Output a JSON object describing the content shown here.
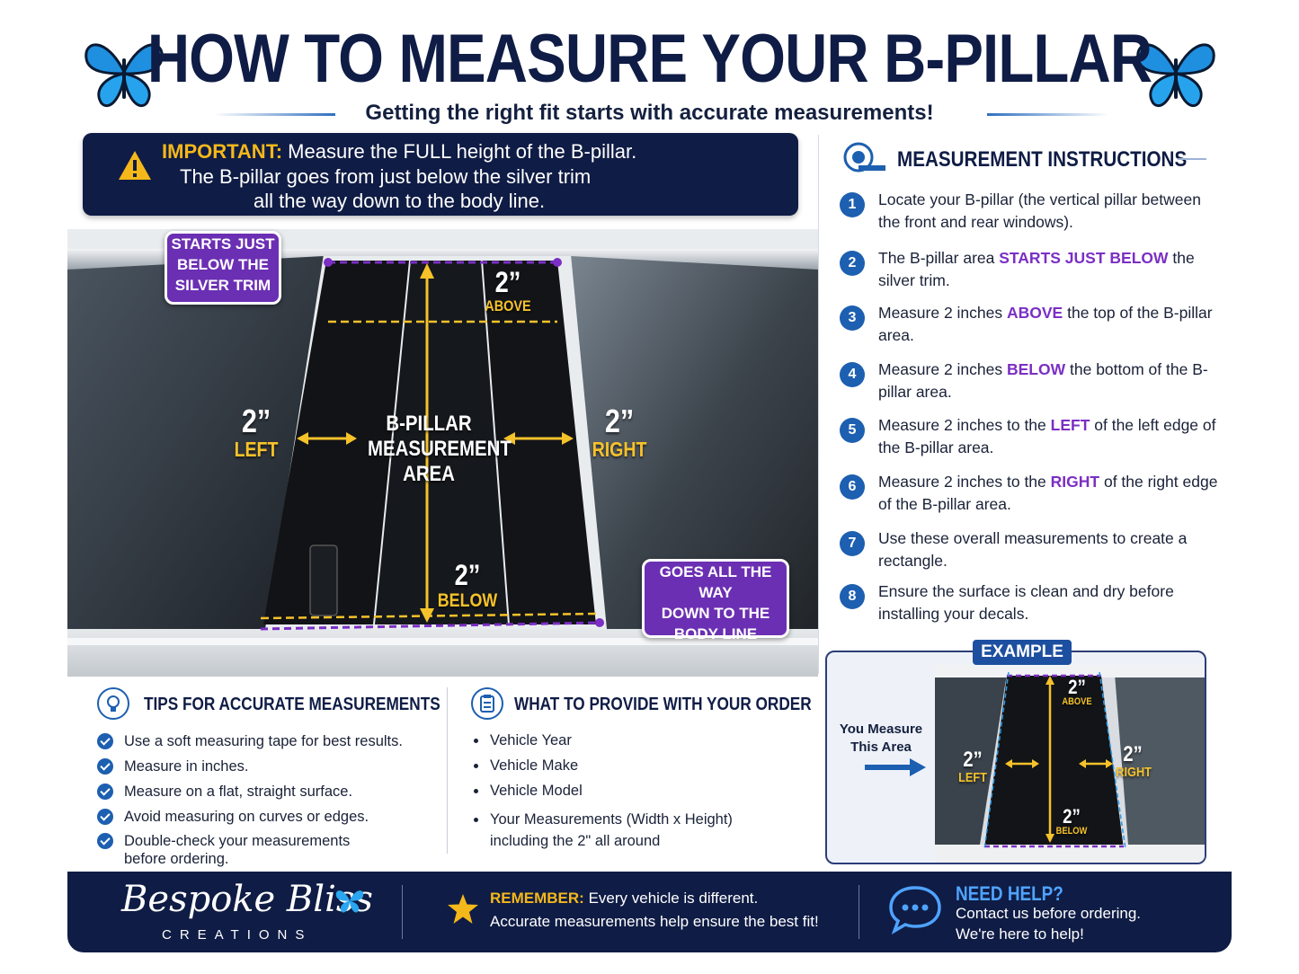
{
  "header": {
    "title": "HOW TO MEASURE YOUR B-PILLAR",
    "subtitle": "Getting the right fit starts with accurate measurements!"
  },
  "important": {
    "label": "IMPORTANT:",
    "line1": "Measure the FULL height of the B-pillar.",
    "line2": "The B-pillar goes from just below the silver trim",
    "line3": "all the way down to the body line."
  },
  "diagram": {
    "callout_top": [
      "STARTS JUST",
      "BELOW THE",
      "SILVER TRIM"
    ],
    "callout_bottom": [
      "GOES ALL THE WAY",
      "DOWN TO THE",
      "BODY LINE"
    ],
    "area_label": [
      "B-PILLAR",
      "MEASUREMENT",
      "AREA"
    ],
    "above_value": "2”",
    "above_label": "ABOVE",
    "below_value": "2”",
    "below_label": "BELOW",
    "left_value": "2”",
    "left_label": "LEFT",
    "right_value": "2”",
    "right_label": "RIGHT"
  },
  "instructions": {
    "heading": "MEASUREMENT INSTRUCTIONS",
    "steps": [
      {
        "num": "1",
        "pre": "Locate your B-pillar (the vertical pillar between the front and rear windows).",
        "hl": "",
        "post": ""
      },
      {
        "num": "2",
        "pre": "The B-pillar area ",
        "hl": "STARTS JUST BELOW",
        "post": " the silver trim."
      },
      {
        "num": "3",
        "pre": "Measure 2 inches ",
        "hl": "ABOVE",
        "post": " the top of the B-pillar area."
      },
      {
        "num": "4",
        "pre": "Measure 2 inches ",
        "hl": "BELOW",
        "post": " the bottom of the B-pillar area."
      },
      {
        "num": "5",
        "pre": "Measure 2 inches to the ",
        "hl": "LEFT",
        "post": " of the left edge of the B-pillar area."
      },
      {
        "num": "6",
        "pre": "Measure 2 inches to the ",
        "hl": "RIGHT",
        "post": " of the right edge of the B-pillar area."
      },
      {
        "num": "7",
        "pre": "Use these overall measurements to create a rectangle.",
        "hl": "",
        "post": ""
      },
      {
        "num": "8",
        "pre": "Ensure the surface is clean and dry before installing your decals.",
        "hl": "",
        "post": ""
      }
    ]
  },
  "example": {
    "badge": "EXAMPLE",
    "you_measure": [
      "You Measure",
      "This Area"
    ],
    "above_value": "2”",
    "above_label": "ABOVE",
    "below_value": "2”",
    "below_label": "BELOW",
    "left_value": "2”",
    "left_label": "LEFT",
    "right_value": "2”",
    "right_label": "RIGHT"
  },
  "tips": {
    "heading": "TIPS FOR ACCURATE MEASUREMENTS",
    "items": [
      "Use a soft measuring tape for best results.",
      "Measure in inches.",
      "Measure on a flat, straight surface.",
      "Avoid measuring on curves or edges.",
      "Double-check your measurements before ordering."
    ]
  },
  "order": {
    "heading": "WHAT TO PROVIDE WITH YOUR ORDER",
    "items": [
      "Vehicle Year",
      "Vehicle Make",
      "Vehicle Model",
      "Your Measurements (Width x Height) including the 2\" all around"
    ]
  },
  "footer": {
    "brand": "Bespoke Bliss",
    "brand_sub": "CREATIONS",
    "remember_label": "REMEMBER:",
    "remember_text": "Every vehicle is different.",
    "remember_line2": "Accurate measurements help ensure the best fit!",
    "help_title": "NEED HELP?",
    "help_line1": "Contact us before ordering.",
    "help_line2": "We're here to help!"
  },
  "colors": {
    "navy": "#0f1c45",
    "accent_blue": "#1d5fb0",
    "purple": "#7b2fc4",
    "yellow": "#f6c22a"
  }
}
